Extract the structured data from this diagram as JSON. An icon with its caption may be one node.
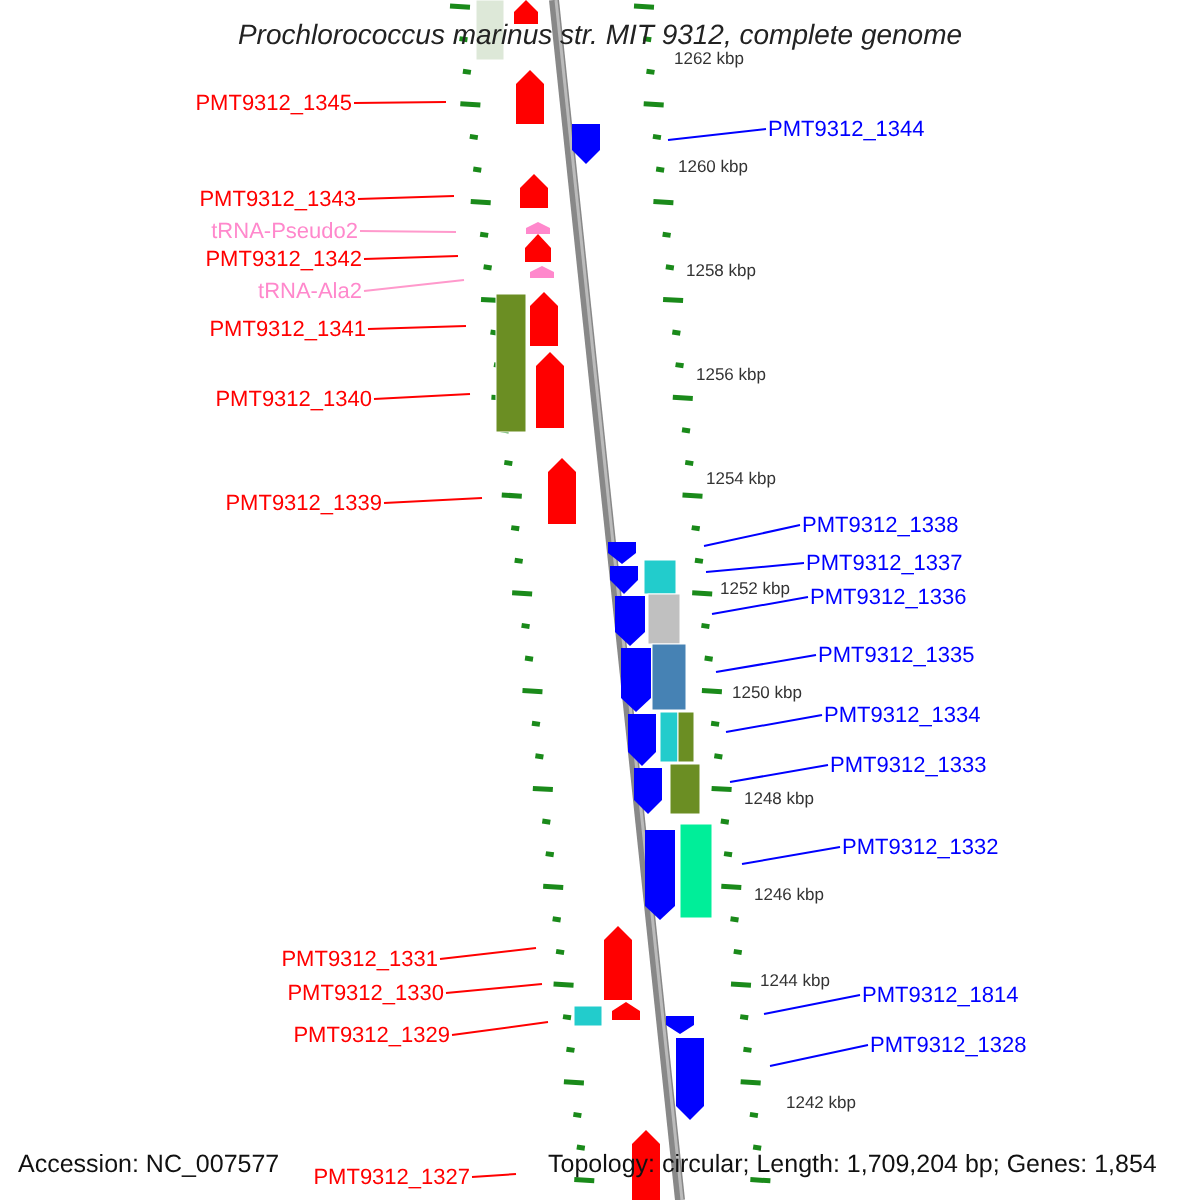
{
  "diagram": {
    "title": "Prochlorococcus marinus str. MIT 9312, complete genome",
    "nodes": [
      {
        "text": [
          "PMT9312_1345"
        ]
      },
      {
        "text": [
          "PMT9312_1344"
        ]
      },
      {
        "text": [
          "PMT9312_1343"
        ]
      },
      {
        "text": [
          "tRNA-Pseudo2"
        ]
      },
      {
        "text": [
          "PMT9312_1342"
        ]
      },
      {
        "text": [
          "tRNA-Ala2"
        ]
      },
      {
        "text": [
          "PMT9312_1341"
        ]
      },
      {
        "text": [
          "PMT9312_1340"
        ]
      },
      {
        "text": [
          "PMT9312_1339"
        ]
      },
      {
        "text": [
          "PMT9312_1338"
        ]
      },
      {
        "text": [
          "PMT9312_1337"
        ]
      },
      {
        "text": [
          "PMT9312_1336"
        ]
      },
      {
        "text": [
          "PMT9312_1335"
        ]
      },
      {
        "text": [
          "PMT9312_1334"
        ]
      },
      {
        "text": [
          "PMT9312_1333"
        ]
      },
      {
        "text": [
          "PMT9312_1332"
        ]
      },
      {
        "text": [
          "PMT9312_1331"
        ]
      },
      {
        "text": [
          "PMT9312_1330"
        ]
      },
      {
        "text": [
          "PMT9312_1814"
        ]
      },
      {
        "text": [
          "PMT9312_1329"
        ]
      },
      {
        "text": [
          "PMT9312_1328"
        ]
      },
      {
        "text": [
          "PMT9312_1327"
        ]
      }
    ],
    "edges": [
      {
        "from": 0,
        "to": null,
        "arrow": "none"
      },
      {
        "from": 1,
        "to": null,
        "arrow": "none",
        "color": "#0000ff"
      },
      {
        "from": 2,
        "to": null,
        "arrow": "none"
      },
      {
        "from": 3,
        "to": null,
        "arrow": "none",
        "color": "#ff99cc"
      },
      {
        "from": 4,
        "to": null,
        "arrow": "none"
      },
      {
        "from": 5,
        "to": null,
        "arrow": "none",
        "color": "#ff99cc"
      },
      {
        "from": 6,
        "to": null,
        "arrow": "none"
      },
      {
        "from": 7,
        "to": null,
        "arrow": "none"
      },
      {
        "from": 8,
        "to": null,
        "arrow": "none"
      },
      {
        "from": 9,
        "to": null,
        "arrow": "none",
        "color": "#0000ff"
      },
      {
        "from": 10,
        "to": null,
        "arrow": "none",
        "color": "#0000ff"
      },
      {
        "from": 11,
        "to": null,
        "arrow": "none",
        "color": "#0000ff"
      },
      {
        "from": 12,
        "to": null,
        "arrow": "none",
        "color": "#0000ff"
      },
      {
        "from": 13,
        "to": null,
        "arrow": "none",
        "color": "#0000ff"
      },
      {
        "from": 14,
        "to": null,
        "arrow": "none",
        "color": "#0000ff"
      },
      {
        "from": 15,
        "to": null,
        "arrow": "none",
        "color": "#0000ff"
      },
      {
        "from": 16,
        "to": null,
        "arrow": "none"
      },
      {
        "from": 17,
        "to": null,
        "arrow": "none"
      },
      {
        "from": 18,
        "to": null,
        "arrow": "none",
        "color": "#0000ff"
      },
      {
        "from": 19,
        "to": null,
        "arrow": "none"
      },
      {
        "from": 20,
        "to": null,
        "arrow": "none",
        "color": "#0000ff"
      },
      {
        "from": 21,
        "to": null,
        "arrow": "none"
      }
    ],
    "labels": [
      "1262 kbp",
      "1260 kbp",
      "1258 kbp",
      "1256 kbp",
      "1254 kbp",
      "1252 kbp",
      "1250 kbp",
      "1248 kbp",
      "1246 kbp",
      "1244 kbp",
      "1242 kbp",
      "Accession: NC_007577",
      "Topology: circular; Length: 1,709,204 bp; Genes: 1,854"
    ]
  }
}
